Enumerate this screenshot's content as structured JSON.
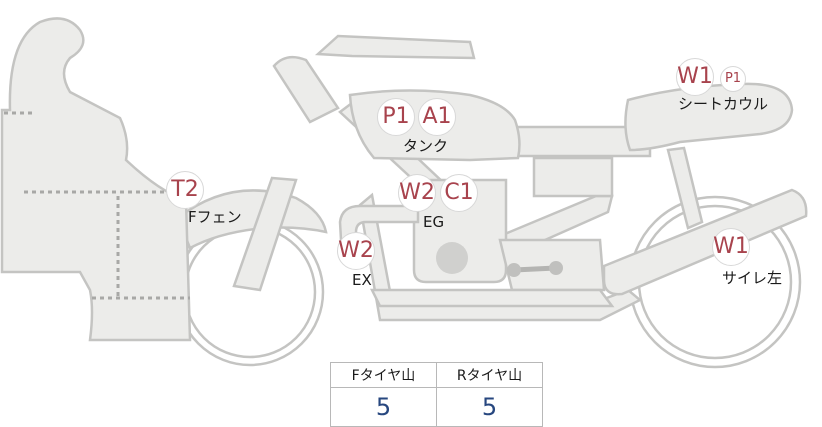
{
  "parts": [
    {
      "id": "tank",
      "label": "タンク",
      "badges": [
        {
          "code": "P1"
        },
        {
          "code": "A1"
        }
      ]
    },
    {
      "id": "seat-cowl",
      "label": "シートカウル",
      "badges": [
        {
          "code": "W1"
        },
        {
          "code": "P1",
          "size": "small"
        }
      ]
    },
    {
      "id": "front-fender",
      "label": "Fフェン",
      "badges": [
        {
          "code": "T2"
        }
      ]
    },
    {
      "id": "engine",
      "label": "EG",
      "badges": [
        {
          "code": "W2"
        },
        {
          "code": "C1"
        }
      ]
    },
    {
      "id": "exhaust",
      "label": "EX",
      "badges": [
        {
          "code": "W2"
        }
      ]
    },
    {
      "id": "silencer-left",
      "label": "サイレ左",
      "badges": [
        {
          "code": "W1"
        }
      ]
    }
  ],
  "tire_table": {
    "headers": [
      "Fタイヤ山",
      "Rタイヤ山"
    ],
    "values": [
      "5",
      "5"
    ]
  },
  "colors": {
    "badge_text": "#a8434d",
    "value_text": "#27477f",
    "part_fill": "#ececea",
    "part_stroke": "#c4c4c2"
  }
}
